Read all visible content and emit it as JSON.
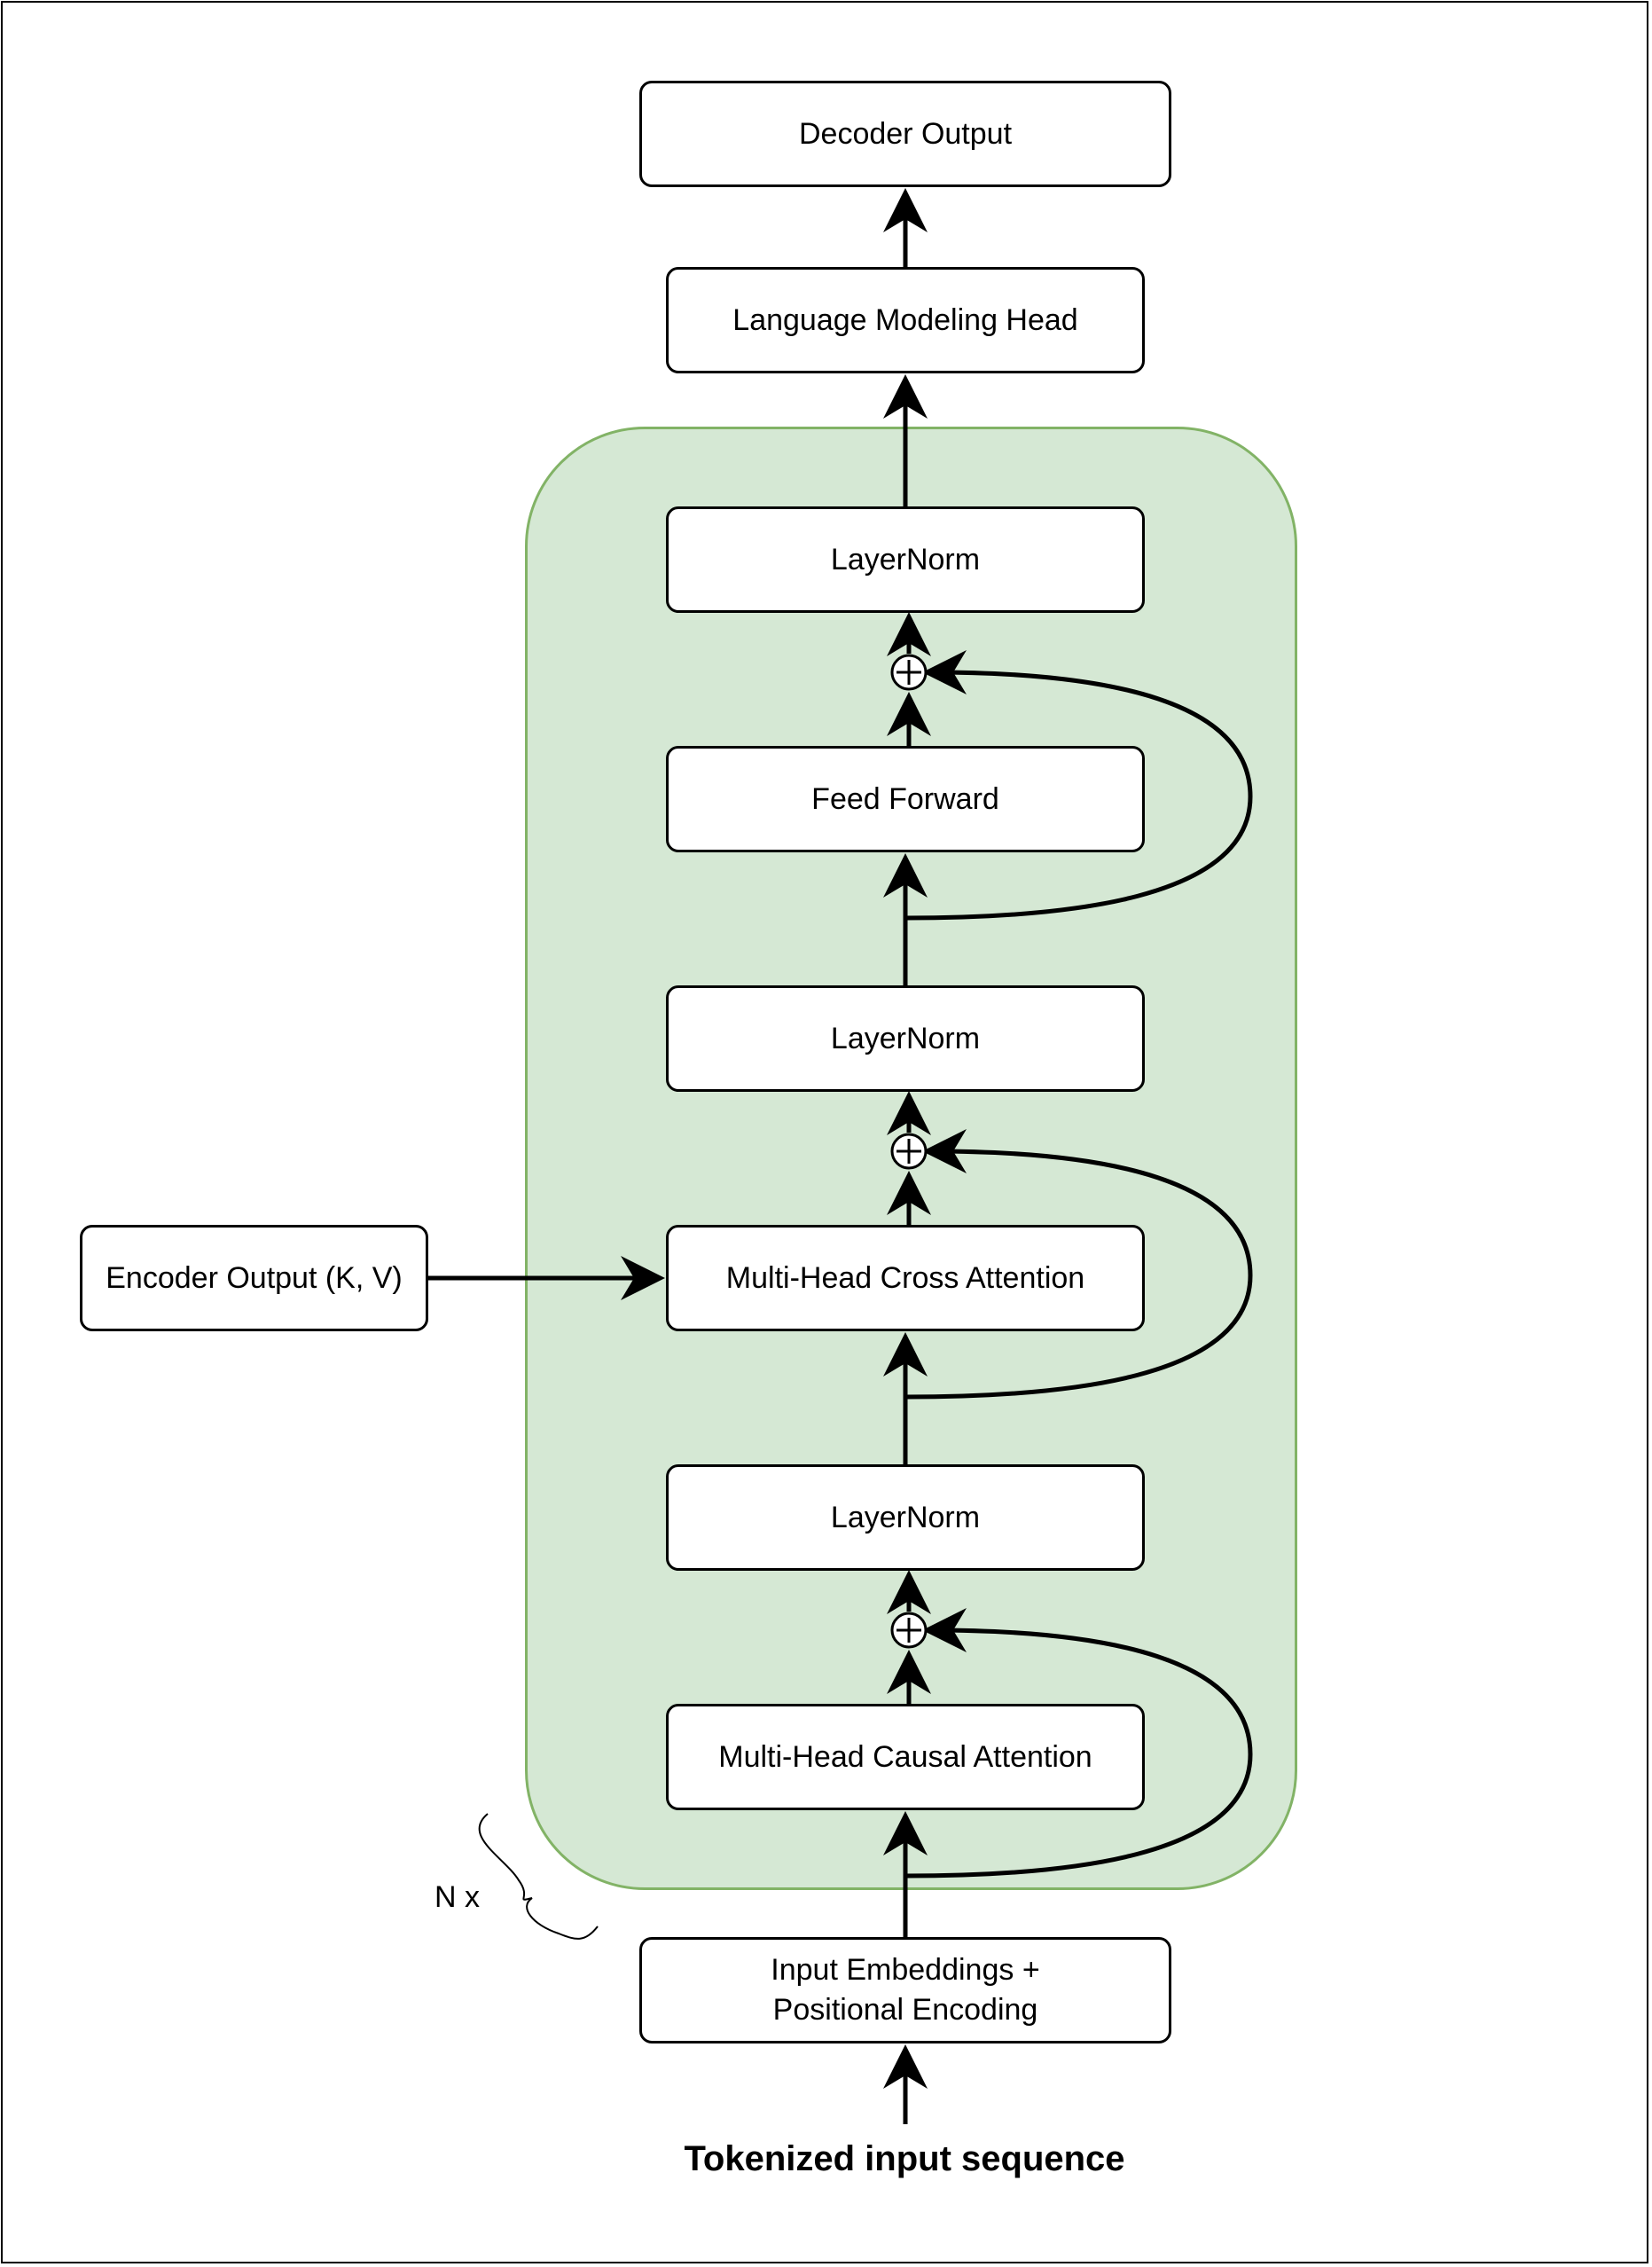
{
  "diagram": {
    "decoder_output": "Decoder Output",
    "lm_head": "Language Modeling Head",
    "layernorm_top": "LayerNorm",
    "feed_forward": "Feed Forward",
    "layernorm_mid": "LayerNorm",
    "cross_attention": "Multi-Head Cross Attention",
    "encoder_output": "Encoder Output (K, V)",
    "layernorm_bottom": "LayerNorm",
    "causal_attention": "Multi-Head Causal Attention",
    "input_embeddings": "Input Embeddings + Positional Encoding",
    "repeat_label": "N x",
    "input_label": "Tokenized input sequence"
  },
  "colors": {
    "stack_fill": "#d5e8d4",
    "stack_border": "#82b366",
    "line": "#000000",
    "box_fill": "#ffffff"
  }
}
